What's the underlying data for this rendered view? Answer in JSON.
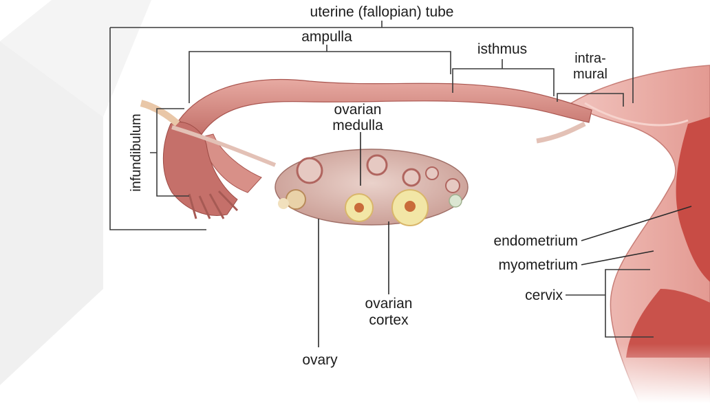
{
  "diagram": {
    "labels": {
      "uterine_tube": "uterine (fallopian) tube",
      "ampulla": "ampulla",
      "isthmus": "isthmus",
      "intramural_line1": "intra-",
      "intramural_line2": "mural",
      "infundibulum": "infundibulum",
      "ovarian_medulla_line1": "ovarian",
      "ovarian_medulla_line2": "medulla",
      "endometrium": "endometrium",
      "myometrium": "myometrium",
      "cervix": "cervix",
      "ovarian_cortex_line1": "ovarian",
      "ovarian_cortex_line2": "cortex",
      "ovary": "ovary"
    },
    "colors": {
      "tube": "#d98f87",
      "tube_shadow": "#b5605a",
      "uterus_outer": "#e7a7a0",
      "uterus_inner": "#c94a44",
      "ovary": "#d9b8b0",
      "follicle": "#f2e6a6",
      "watermark": "#ececec"
    }
  }
}
